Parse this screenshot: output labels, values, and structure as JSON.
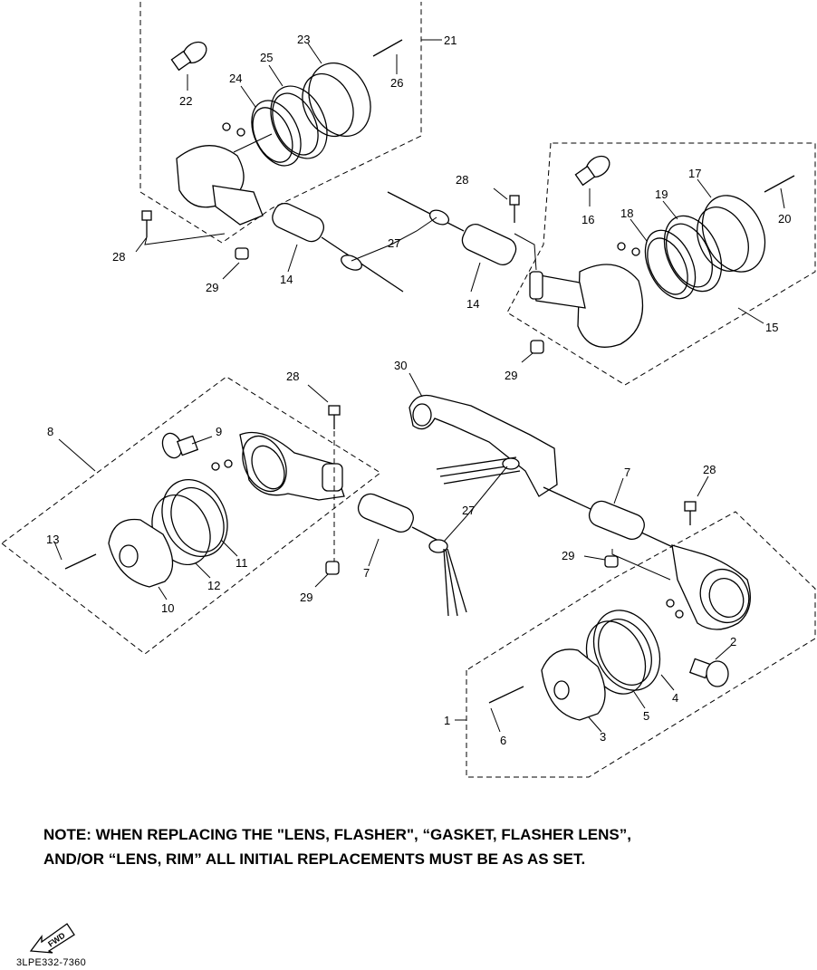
{
  "note": {
    "line1": "NOTE: WHEN REPLACING THE  \"LENS, FLASHER\", “GASKET, FLASHER LENS”,",
    "line2": "AND/OR “LENS, RIM” ALL INITIAL REPLACEMENTS MUST BE AS AS SET."
  },
  "fwd_label": "FWD",
  "drawing_code": "3LPE332-7360",
  "callouts": {
    "c1": "1",
    "c2": "2",
    "c3": "3",
    "c4": "4",
    "c5": "5",
    "c6": "6",
    "c7a": "7",
    "c7b": "7",
    "c8": "8",
    "c9": "9",
    "c10": "10",
    "c11": "11",
    "c12": "12",
    "c13": "13",
    "c14a": "14",
    "c14b": "14",
    "c15": "15",
    "c16": "16",
    "c17": "17",
    "c18": "18",
    "c19": "19",
    "c20": "20",
    "c21": "21",
    "c22": "22",
    "c23": "23",
    "c24": "24",
    "c25": "25",
    "c26": "26",
    "c27a": "27",
    "c27b": "27",
    "c28a": "28",
    "c28b": "28",
    "c28c": "28",
    "c28d": "28",
    "c29a": "29",
    "c29b": "29",
    "c29c": "29",
    "c29d": "29",
    "c30": "30"
  }
}
